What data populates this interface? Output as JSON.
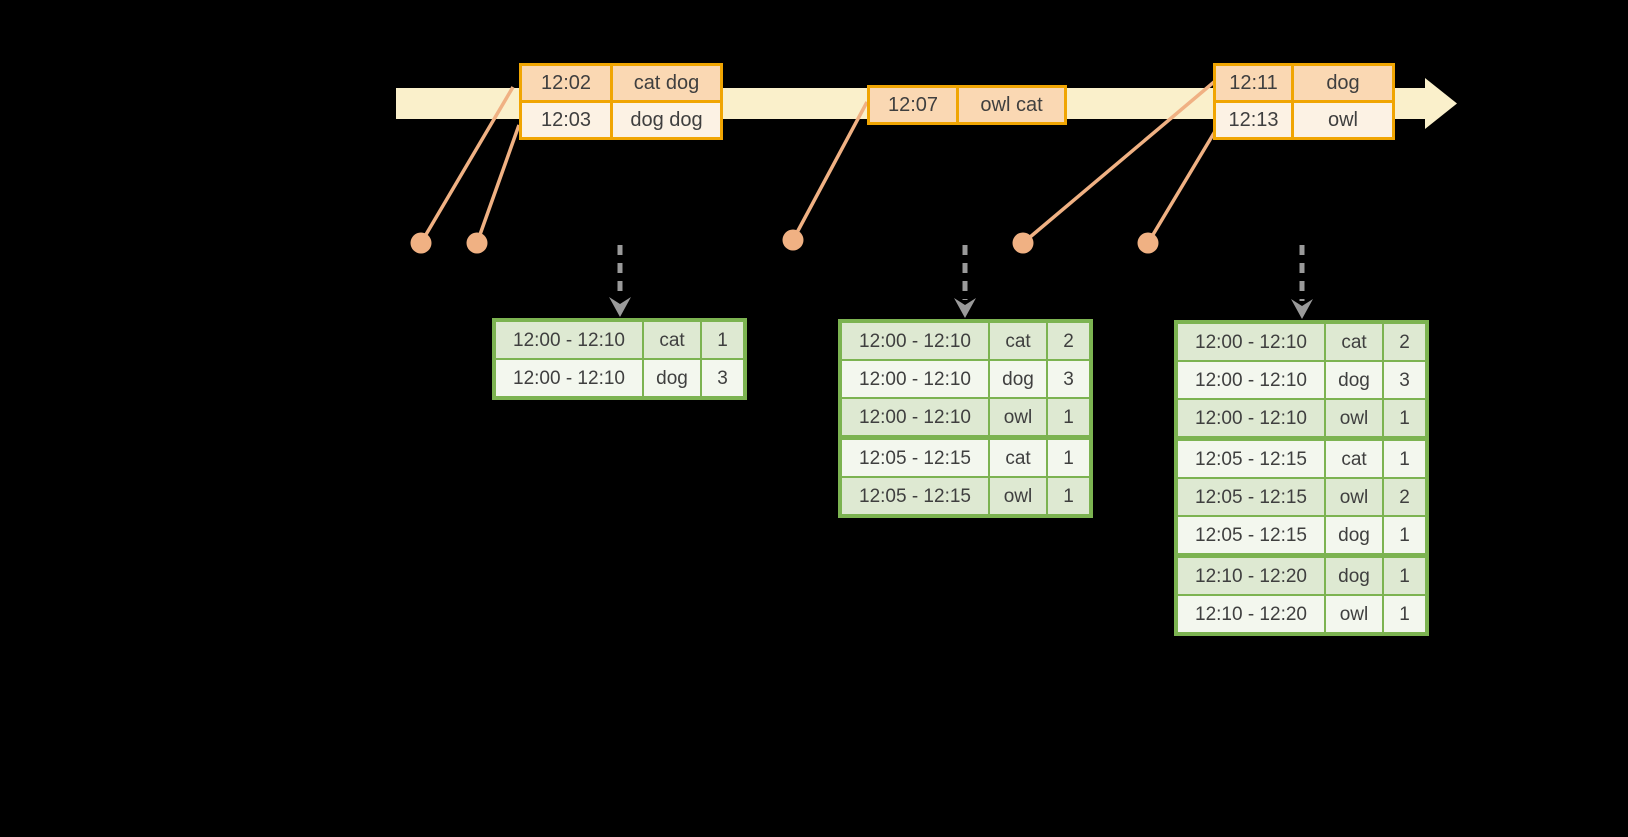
{
  "colors": {
    "background": "#000000",
    "timeline_fill": "#faf0cb",
    "event_table_border": "#f0a502",
    "event_row_dark": "#fad8b3",
    "event_row_light": "#fcf2e4",
    "connector_salmon": "#f0b183",
    "result_table_border": "#7cb351",
    "result_row_dark": "#dee9d2",
    "result_row_light": "#f3f7ee",
    "trigger_arrow_gray": "#9a9a9a",
    "text": "#3f3f3f"
  },
  "event_tables": [
    {
      "rows": [
        {
          "time": "12:02",
          "words": "cat dog"
        },
        {
          "time": "12:03",
          "words": "dog dog"
        }
      ]
    },
    {
      "rows": [
        {
          "time": "12:07",
          "words": "owl cat"
        }
      ]
    },
    {
      "rows": [
        {
          "time": "12:11",
          "words": "dog"
        },
        {
          "time": "12:13",
          "words": "owl"
        }
      ]
    }
  ],
  "result_tables": [
    {
      "rows": [
        {
          "window": "12:00 - 12:10",
          "word": "cat",
          "count": "1"
        },
        {
          "window": "12:00 - 12:10",
          "word": "dog",
          "count": "3"
        }
      ]
    },
    {
      "rows": [
        {
          "window": "12:00 - 12:10",
          "word": "cat",
          "count": "2"
        },
        {
          "window": "12:00 - 12:10",
          "word": "dog",
          "count": "3"
        },
        {
          "window": "12:00 - 12:10",
          "word": "owl",
          "count": "1"
        },
        {
          "window": "12:05 - 12:15",
          "word": "cat",
          "count": "1"
        },
        {
          "window": "12:05 - 12:15",
          "word": "owl",
          "count": "1"
        }
      ]
    },
    {
      "rows": [
        {
          "window": "12:00 - 12:10",
          "word": "cat",
          "count": "2"
        },
        {
          "window": "12:00 - 12:10",
          "word": "dog",
          "count": "3"
        },
        {
          "window": "12:00 - 12:10",
          "word": "owl",
          "count": "1"
        },
        {
          "window": "12:05 - 12:15",
          "word": "cat",
          "count": "1"
        },
        {
          "window": "12:05 - 12:15",
          "word": "owl",
          "count": "2"
        },
        {
          "window": "12:05 - 12:15",
          "word": "dog",
          "count": "1"
        },
        {
          "window": "12:10 - 12:20",
          "word": "dog",
          "count": "1"
        },
        {
          "window": "12:10 - 12:20",
          "word": "owl",
          "count": "1"
        }
      ]
    }
  ]
}
